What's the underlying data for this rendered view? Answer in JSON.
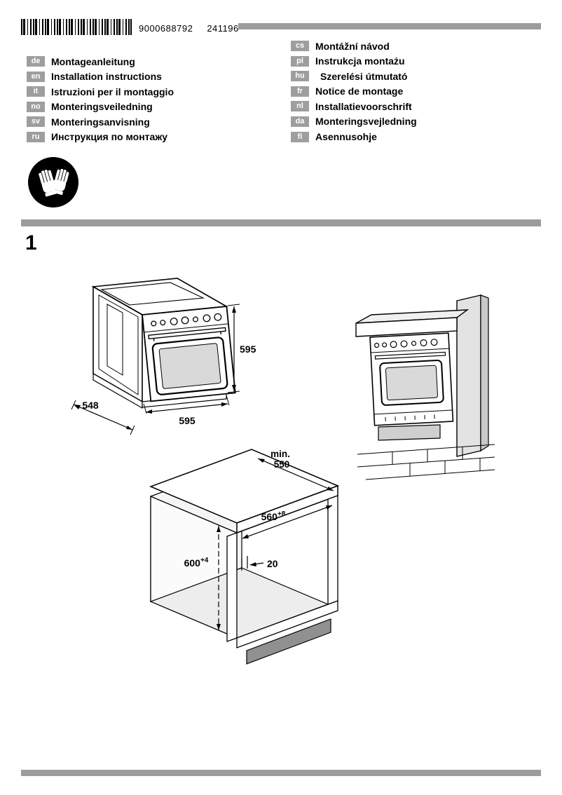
{
  "header": {
    "code_left": "9000688792",
    "code_right": "241196"
  },
  "languages_left": [
    {
      "code": "de",
      "label": "Montageanleitung"
    },
    {
      "code": "en",
      "label": "Installation instructions"
    },
    {
      "code": "it",
      "label": "Istruzioni per il montaggio"
    },
    {
      "code": "no",
      "label": "Monteringsveiledning"
    },
    {
      "code": "sv",
      "label": "Monteringsanvisning"
    },
    {
      "code": "ru",
      "label": "Инструкция по монтажу"
    }
  ],
  "languages_right": [
    {
      "code": "cs",
      "label": "Montážní návod"
    },
    {
      "code": "pl",
      "label": "Instrukcja montażu"
    },
    {
      "code": "hu",
      "label": "Szerelési útmutató"
    },
    {
      "code": "fr",
      "label": "Notice de montage"
    },
    {
      "code": "nl",
      "label": "Installatievoorschrift"
    },
    {
      "code": "da",
      "label": "Monteringsvejledning"
    },
    {
      "code": "fi",
      "label": "Asennusohje"
    }
  ],
  "section": {
    "number": "1"
  },
  "figure_oven": {
    "height": "595",
    "width": "595",
    "depth": "548"
  },
  "figure_niche": {
    "min_label": "min.",
    "depth": "550",
    "width": "560",
    "width_tolerance": "+8",
    "height": "600",
    "height_tolerance": "+4",
    "rear_gap": "20"
  }
}
